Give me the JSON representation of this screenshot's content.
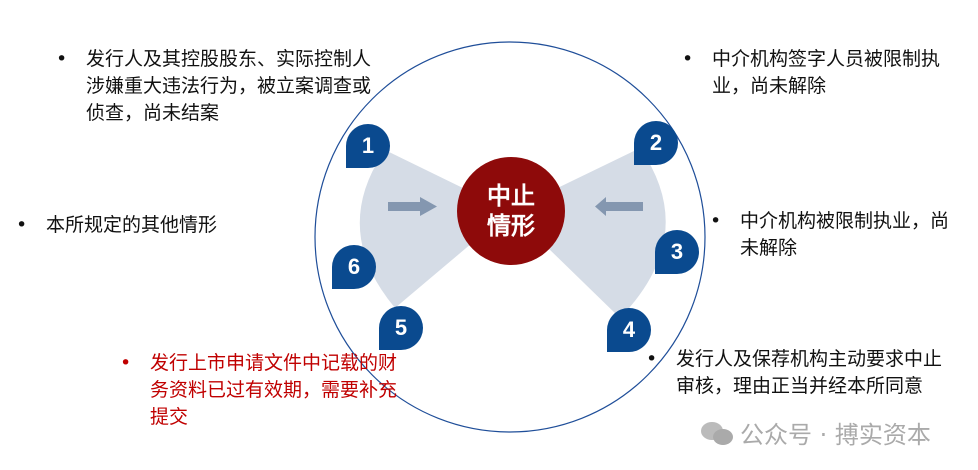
{
  "center": {
    "line1": "中止",
    "line2": "情形"
  },
  "badges": [
    "1",
    "2",
    "3",
    "4",
    "5",
    "6"
  ],
  "items": [
    {
      "bullet": "•",
      "text": "发行人及其控股股东、实际控制人涉嫌重大违法行为，被立案调查或侦查，尚未结案"
    },
    {
      "bullet": "•",
      "text": "中介机构签字人员被限制执业，尚未解除"
    },
    {
      "bullet": "•",
      "text": "中介机构被限制执业，尚未解除"
    },
    {
      "bullet": "•",
      "text": "发行人及保荐机构主动要求中止审核，理由正当并经本所同意"
    },
    {
      "bullet": "•",
      "text": "发行上市申请文件中记载的财务资料已过有效期，需要补充提交"
    },
    {
      "bullet": "•",
      "text": "本所规定的其他情形"
    }
  ],
  "watermark": "公众号 · 搏实资本",
  "colors": {
    "badge": "#0a4a8f",
    "center": "#8e0a0a",
    "highlight": "#c00000"
  }
}
